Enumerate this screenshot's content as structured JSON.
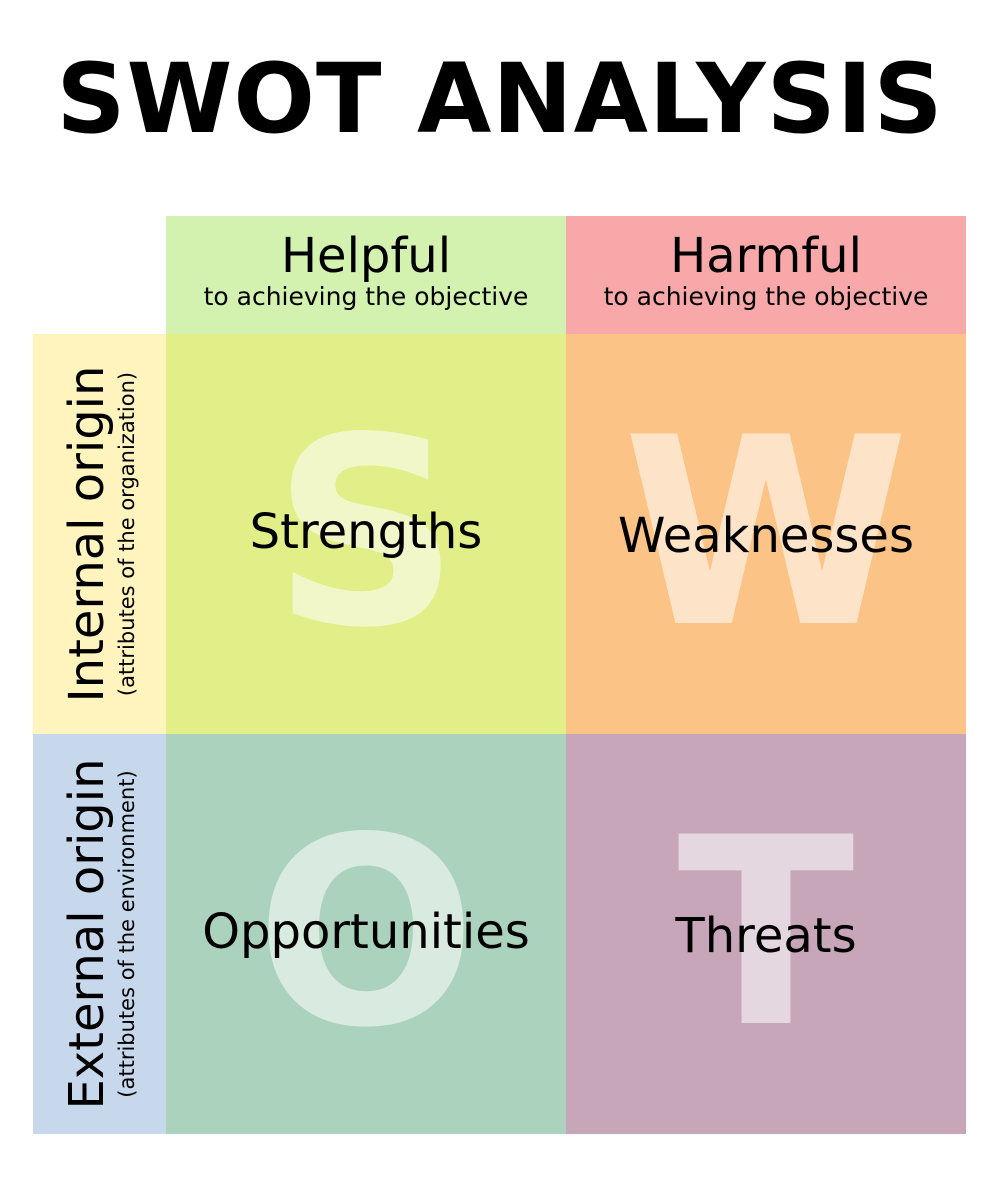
{
  "title": "SWOT ANALYSIS",
  "columns": [
    {
      "main": "Helpful",
      "sub": "to achieving the objective",
      "color": "#d3f2af"
    },
    {
      "main": "Harmful",
      "sub": "to achieving the objective",
      "color": "#f8a8a8"
    }
  ],
  "rows": [
    {
      "main": "Internal origin",
      "sub": "(attributes of the organization)",
      "color": "#fff4bd"
    },
    {
      "main": "External origin",
      "sub": "(attributes of the environment)",
      "color": "#c7d8ec"
    }
  ],
  "quadrants": [
    {
      "letter": "S",
      "label": "Strengths",
      "color": "#e2ee88"
    },
    {
      "letter": "W",
      "label": "Weaknesses",
      "color": "#fbc486"
    },
    {
      "letter": "O",
      "label": "Opportunities",
      "color": "#abd2bc"
    },
    {
      "letter": "T",
      "label": "Threats",
      "color": "#c6a6b8"
    }
  ]
}
